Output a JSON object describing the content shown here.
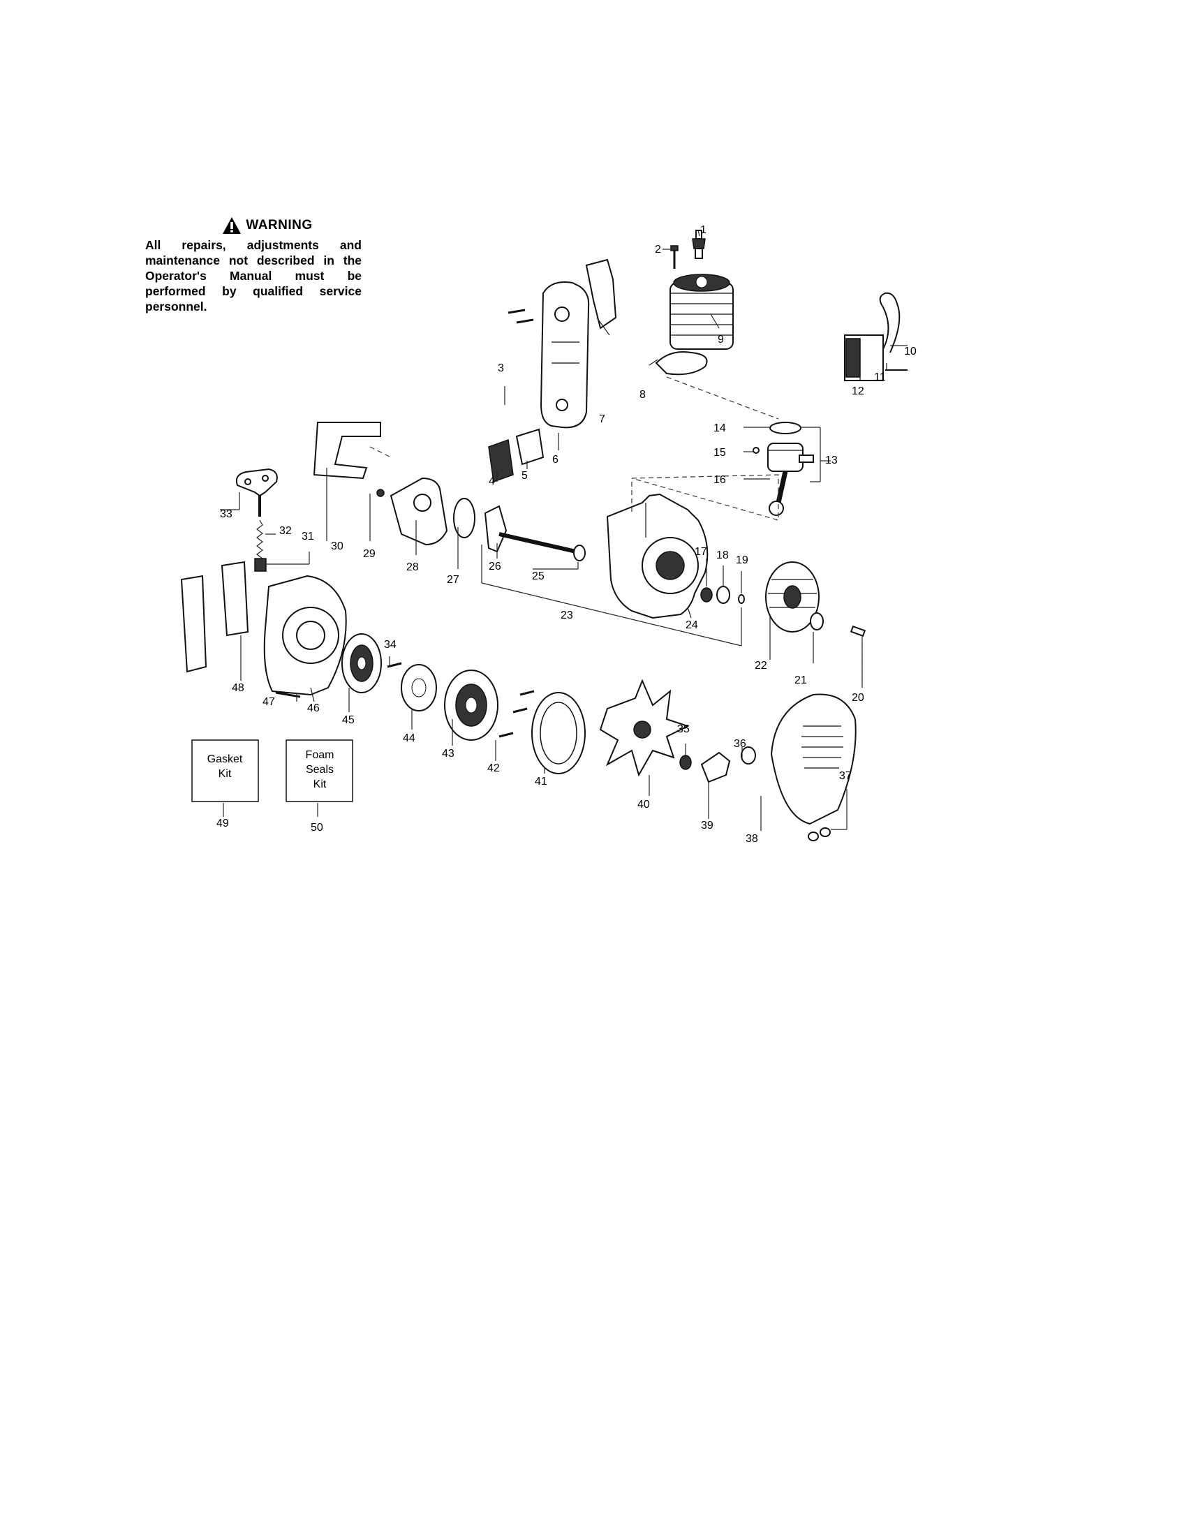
{
  "warning": {
    "title": "WARNING",
    "text": "All repairs, adjustments and maintenance not described in the Operator's Manual must be performed by qualified service personnel."
  },
  "callouts": [
    "1",
    "2",
    "3",
    "4",
    "5",
    "6",
    "7",
    "8",
    "9",
    "10",
    "11",
    "12",
    "13",
    "14",
    "15",
    "16",
    "17",
    "18",
    "19",
    "20",
    "21",
    "22",
    "23",
    "24",
    "25",
    "26",
    "27",
    "28",
    "29",
    "30",
    "31",
    "32",
    "33",
    "34",
    "35",
    "36",
    "37",
    "38",
    "39",
    "40",
    "41",
    "42",
    "43",
    "44",
    "45",
    "46",
    "47",
    "48",
    "49",
    "50"
  ],
  "kits": {
    "gasket": [
      "Gasket",
      "Kit"
    ],
    "foam": [
      "Foam",
      "Seals",
      "Kit"
    ]
  },
  "icons": {
    "warning": "warning-triangle-icon"
  }
}
